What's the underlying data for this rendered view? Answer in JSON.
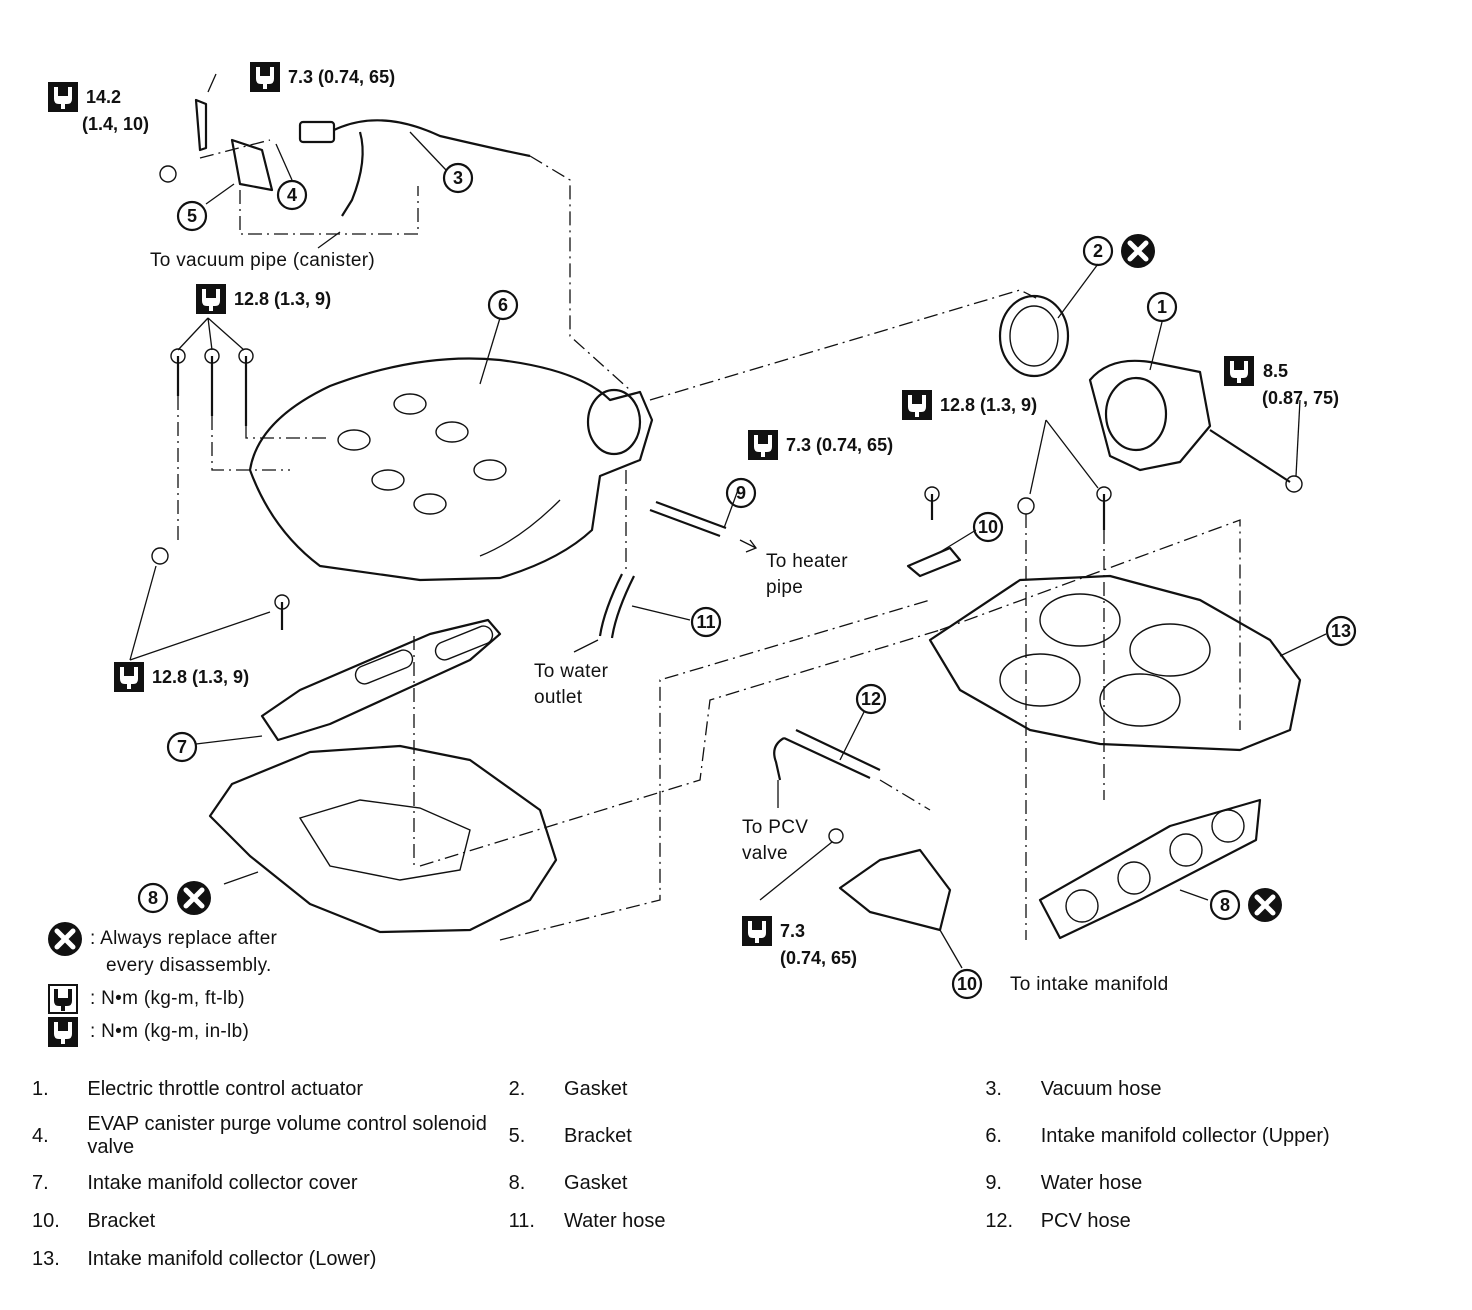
{
  "callouts": [
    "1",
    "2",
    "3",
    "4",
    "5",
    "6",
    "7",
    "8",
    "9",
    "10",
    "11",
    "12",
    "13"
  ],
  "torques": {
    "t1": "14.2",
    "t1b": "(1.4, 10)",
    "t2": "7.3 (0.74, 65)",
    "t3": "12.8 (1.3, 9)",
    "t4": "12.8 (1.3, 9)",
    "t5": "7.3 (0.74, 65)",
    "t6": "12.8 (1.3, 9)",
    "t7": "8.5",
    "t7b": "(0.87, 75)",
    "t8": "7.3",
    "t8b": "(0.74, 65)"
  },
  "annotations": {
    "vacuum": "To vacuum pipe (canister)",
    "heater1": "To heater",
    "heater2": "pipe",
    "water1": "To water",
    "water2": "outlet",
    "pcv1": "To PCV",
    "pcv2": "valve",
    "intake": "To intake manifold"
  },
  "symbol_legend": {
    "replace_line1": ": Always replace after",
    "replace_line2": "every disassembly.",
    "torque_ftlb": ": N•m (kg-m, ft-lb)",
    "torque_inlb": ": N•m (kg-m, in-lb)"
  },
  "parts": [
    [
      "1.",
      "Electric throttle control actuator",
      "2.",
      "Gasket",
      "3.",
      "Vacuum hose"
    ],
    [
      "4.",
      "EVAP canister purge volume control solenoid valve",
      "5.",
      "Bracket",
      "6.",
      "Intake manifold collector (Upper)"
    ],
    [
      "7.",
      "Intake manifold collector cover",
      "8.",
      "Gasket",
      "9.",
      "Water hose"
    ],
    [
      "10.",
      "Bracket",
      "11.",
      "Water hose",
      "12.",
      "PCV hose"
    ],
    [
      "13.",
      "Intake manifold collector (Lower)",
      "",
      "",
      "",
      ""
    ]
  ],
  "icons": {
    "replace": "x-circle-icon",
    "torque": "torque-wrench-icon"
  }
}
